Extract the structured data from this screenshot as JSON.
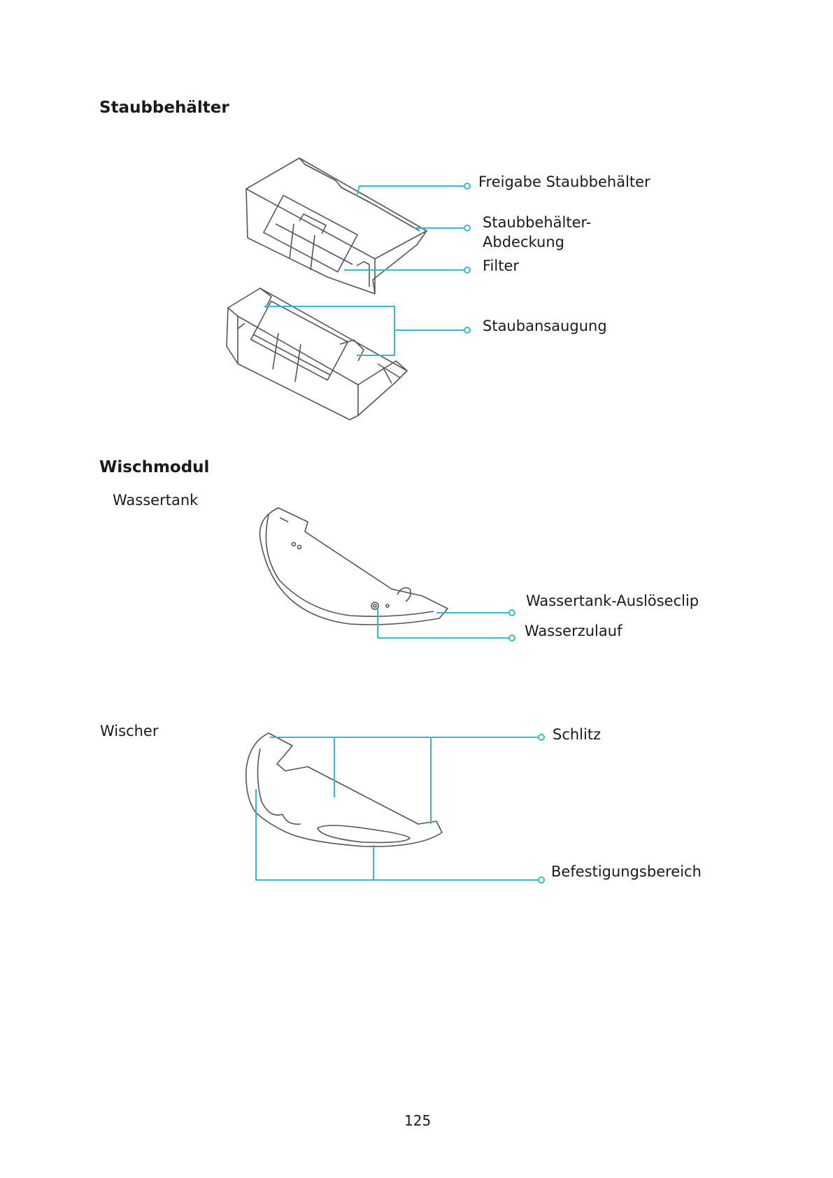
{
  "sections": {
    "dustbin": {
      "title": "Staubbehälter",
      "labels": {
        "release": "Freigabe Staubbehälter",
        "cover_line1": "Staubbehälter-",
        "cover_line2": "Abdeckung",
        "filter": "Filter",
        "intake": "Staubansaugung"
      }
    },
    "mop": {
      "title": "Wischmodul",
      "tank": {
        "title": "Wassertank",
        "labels": {
          "clip": "Wassertank-Auslöseclip",
          "inlet": "Wasserzulauf"
        }
      },
      "wiper": {
        "title": "Wischer",
        "labels": {
          "slot": "Schlitz",
          "mount": "Befestigungsbereich"
        }
      }
    }
  },
  "page_number": "125",
  "colors": {
    "leader": "#3bb8cf",
    "drawing": "#555555"
  }
}
